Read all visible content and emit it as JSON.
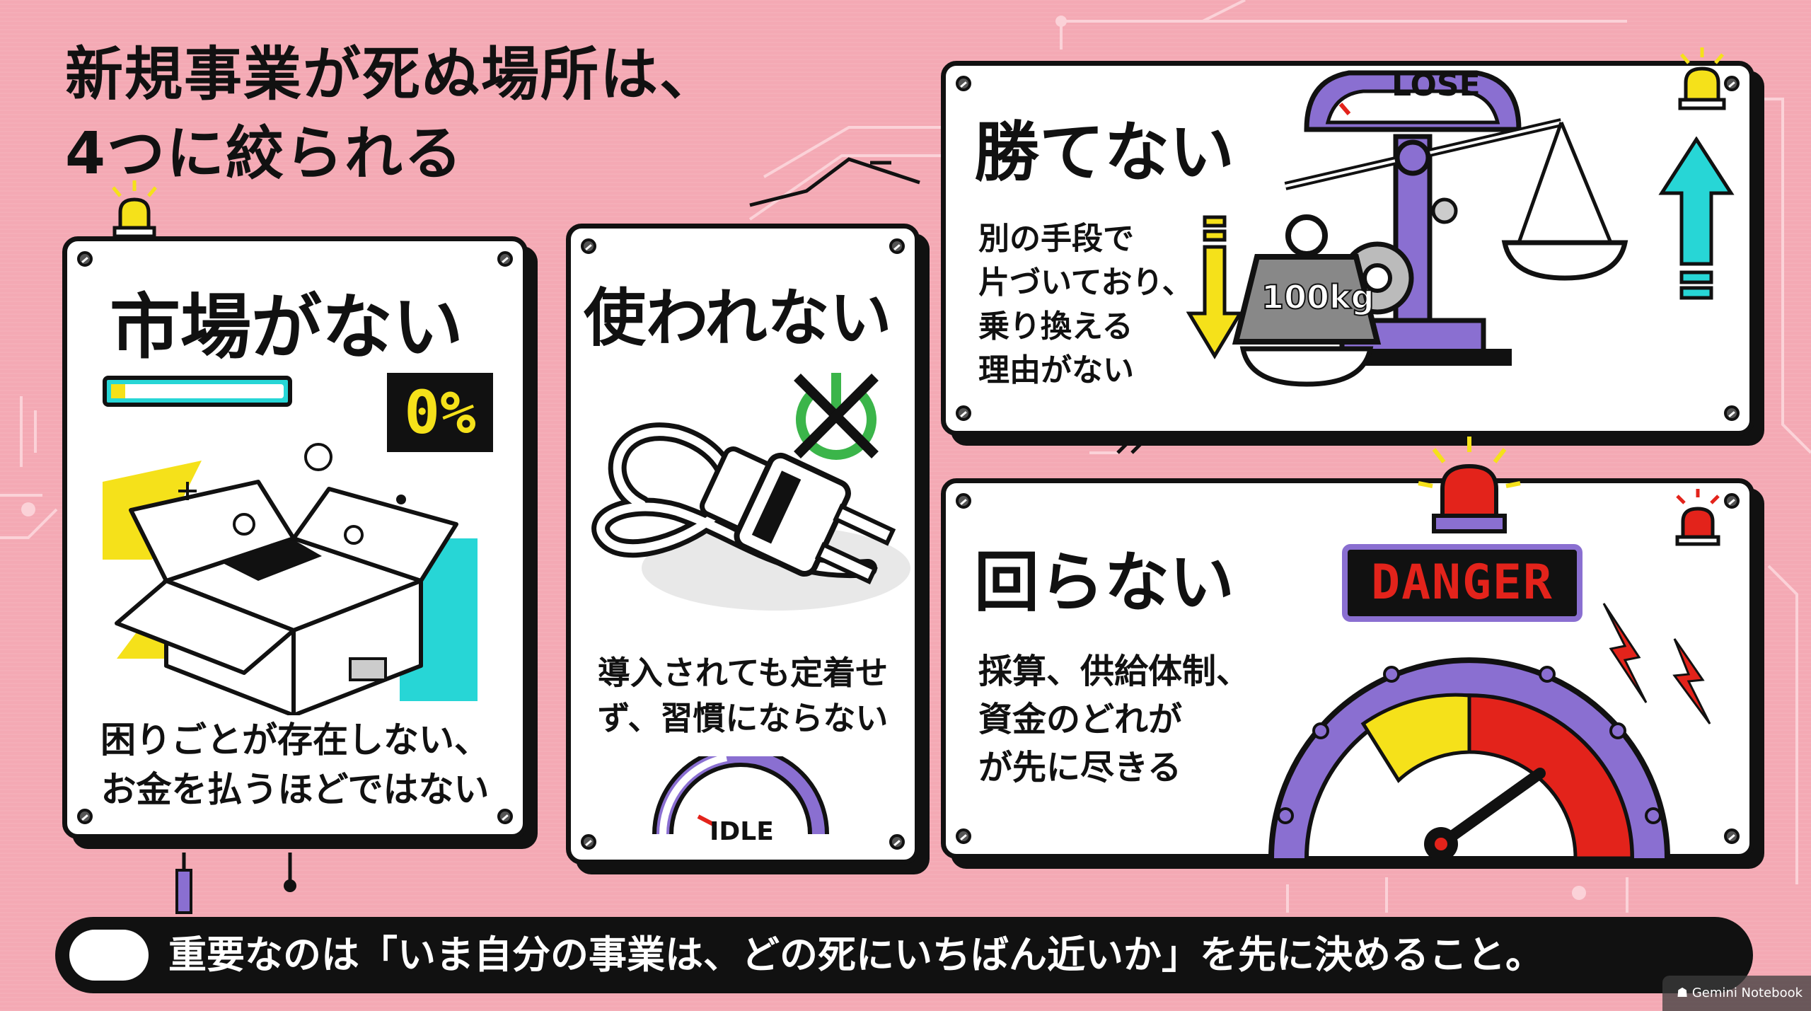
{
  "title": {
    "line1": "新規事業が死ぬ場所は、",
    "line2": "4つに絞られる"
  },
  "cards": {
    "market": {
      "heading": "市場がない",
      "progress_label": "0%",
      "progress_value": 0,
      "desc1": "困りごとが存在しない、",
      "desc2": "お金を払うほどではない"
    },
    "usage": {
      "heading": "使われない",
      "gauge_label": "IDLE",
      "desc1": "導入されても定着せ",
      "desc2": "ず、習慣にならない"
    },
    "win": {
      "heading": "勝てない",
      "meter_label": "LOSE",
      "weight_label": "100kg",
      "desc1": "別の手段で",
      "desc2": "片づいており、",
      "desc3": "乗り換える",
      "desc4": "理由がない"
    },
    "run": {
      "heading": "回らない",
      "panel_label": "DANGER",
      "desc1": "採算、供給体制、",
      "desc2": "資金のどれが",
      "desc3": "が先に尽きる"
    }
  },
  "bottom": {
    "text": "重要なのは「いま自分の事業は、どの死にいちばん近いか」を先に決めること。"
  },
  "watermark": "Gemini Notebook",
  "colors": {
    "background": "#f4a9b4",
    "ink": "#111111",
    "yellow": "#f5e11a",
    "cyan": "#27d6d6",
    "purple": "#8a6fd1",
    "red": "#e3231b",
    "green": "#3bb54a"
  }
}
